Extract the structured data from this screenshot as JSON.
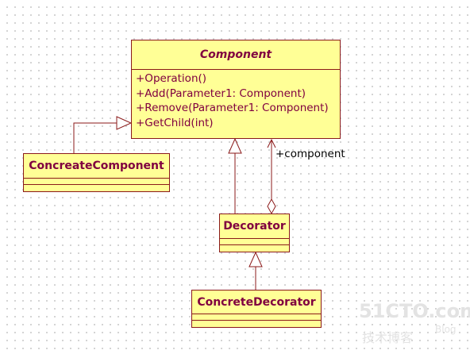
{
  "diagram": {
    "classes": {
      "component": {
        "name": "Component",
        "operations": [
          "+Operation()",
          "+Add(Parameter1: Component)",
          "+Remove(Parameter1: Component)",
          "+GetChild(int)"
        ]
      },
      "concrete_component": {
        "name": "ConcreateComponent"
      },
      "decorator": {
        "name": "Decorator"
      },
      "concrete_decorator": {
        "name": "ConcreteDecorator"
      }
    },
    "relations": [
      {
        "from": "ConcreateComponent",
        "to": "Component",
        "type": "generalization"
      },
      {
        "from": "Decorator",
        "to": "Component",
        "type": "generalization"
      },
      {
        "from": "Decorator",
        "to": "Component",
        "type": "aggregation",
        "role": "+component"
      },
      {
        "from": "ConcreteDecorator",
        "to": "Decorator",
        "type": "generalization"
      }
    ],
    "aggregation_role": "+component"
  },
  "watermark": {
    "logo": "51CTO.com",
    "subtitle": "技术博客",
    "tag": "Blog"
  },
  "colors": {
    "class_fill": "#ffff96",
    "class_border": "#8b1a1a",
    "class_text": "#800040",
    "connector": "#8b1a1a"
  }
}
